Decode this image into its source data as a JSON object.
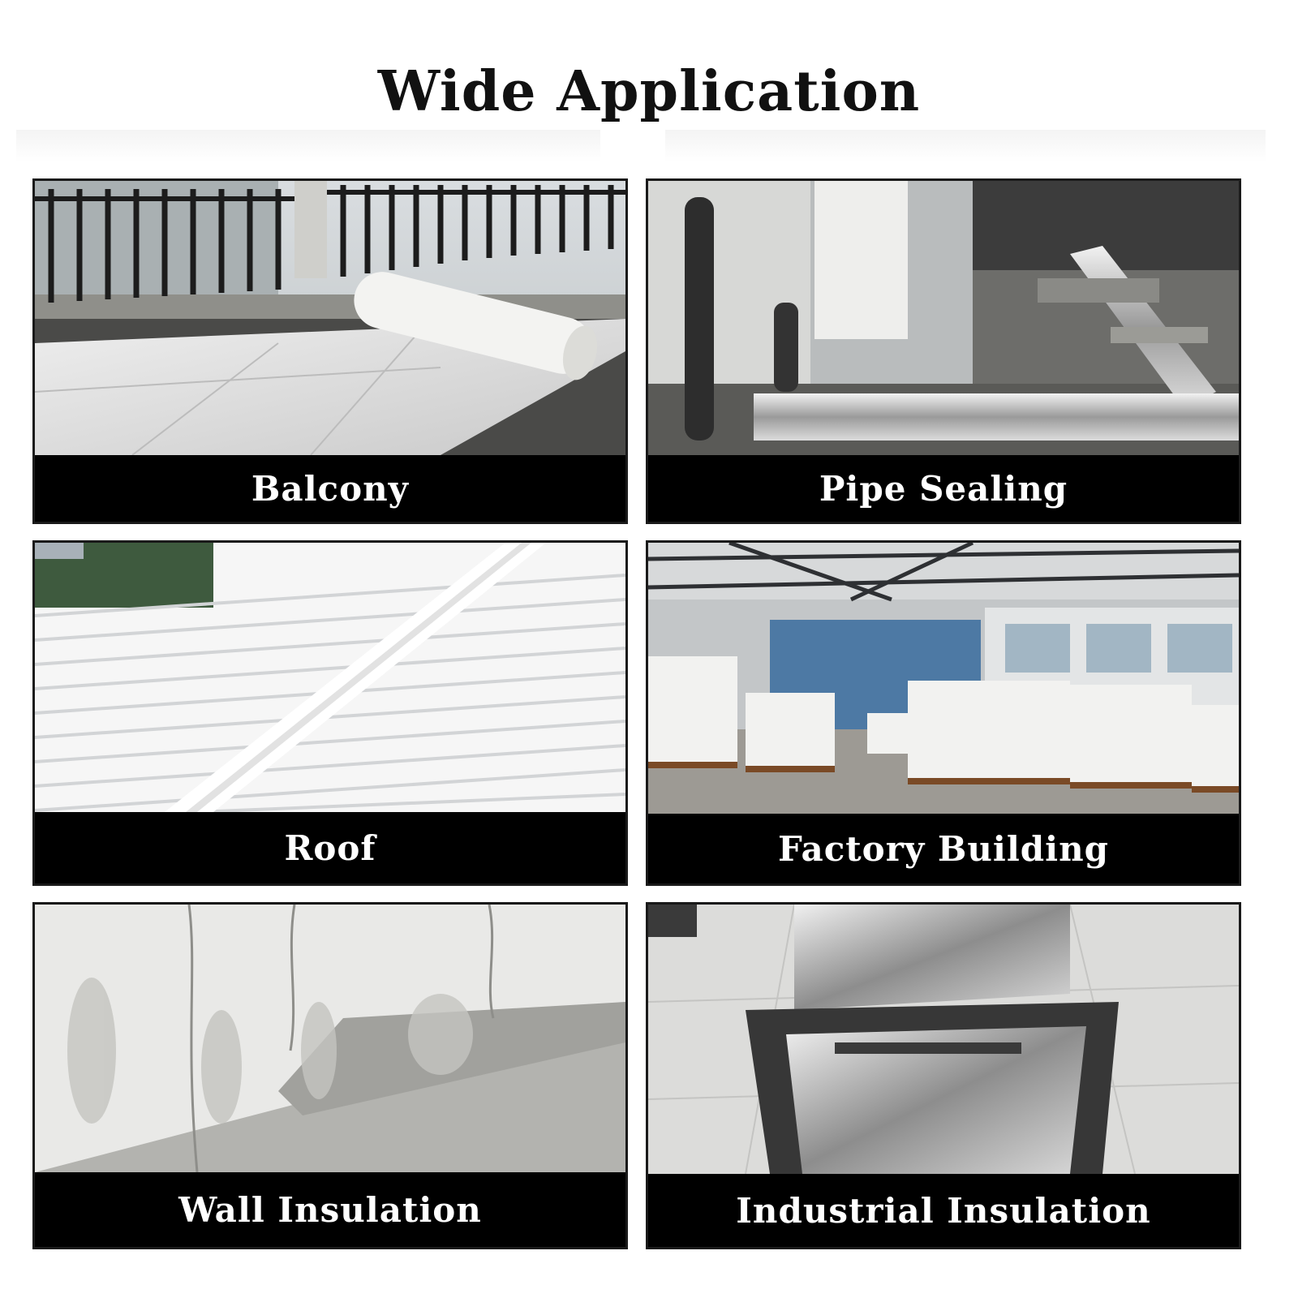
{
  "page": {
    "title": "Wide Application"
  },
  "applications": [
    {
      "label": "Balcony",
      "icon": "balcony-photo"
    },
    {
      "label": "Pipe Sealing",
      "icon": "pipe-sealing-photo"
    },
    {
      "label": "Roof",
      "icon": "roof-photo"
    },
    {
      "label": "Factory Building",
      "icon": "factory-building-photo"
    },
    {
      "label": "Wall Insulation",
      "icon": "wall-insulation-photo"
    },
    {
      "label": "Industrial Insulation",
      "icon": "industrial-insulation-photo"
    }
  ],
  "colors": {
    "background": "#ffffff",
    "title": "#111111",
    "label_bar": "#000000",
    "label_text": "#ffffff",
    "card_border": "#1a1a1a"
  }
}
